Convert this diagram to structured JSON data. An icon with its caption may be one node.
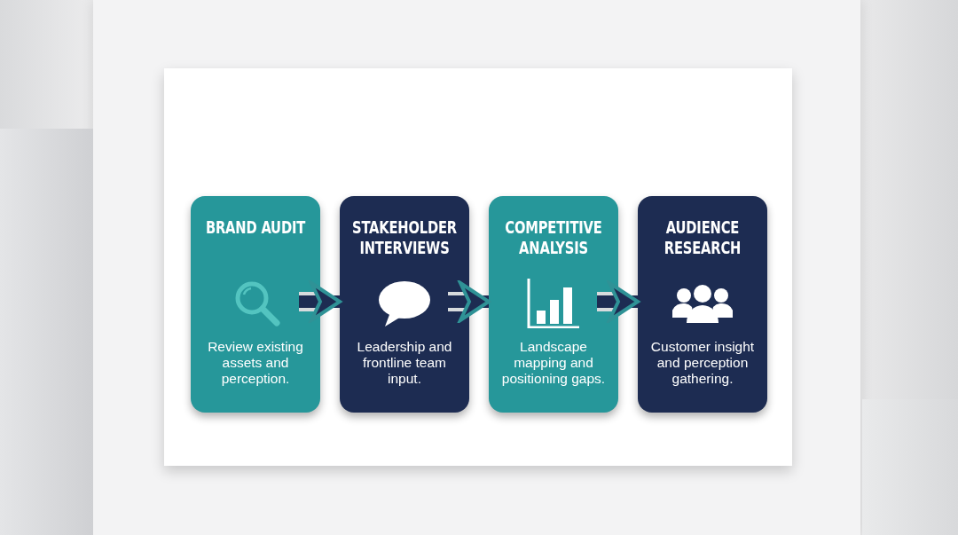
{
  "diagram": {
    "nodes": [
      {
        "text": [
          "BRAND AUDIT",
          "Review existing assets and perception."
        ]
      },
      {
        "text": [
          "STAKEHOLDER INTERVIEWS",
          "Leadership and frontline team input."
        ]
      },
      {
        "text": [
          "COMPETITIVE ANALYSIS",
          "Landscape mapping and positioning gaps."
        ]
      },
      {
        "text": [
          "AUDIENCE RESEARCH",
          "Customer insight and perception gathering."
        ]
      }
    ],
    "edges": [
      {
        "from": 0,
        "to": 1,
        "arrow": "to"
      },
      {
        "from": 1,
        "to": 2,
        "arrow": "to"
      },
      {
        "from": 2,
        "to": 3,
        "arrow": "to"
      }
    ]
  }
}
